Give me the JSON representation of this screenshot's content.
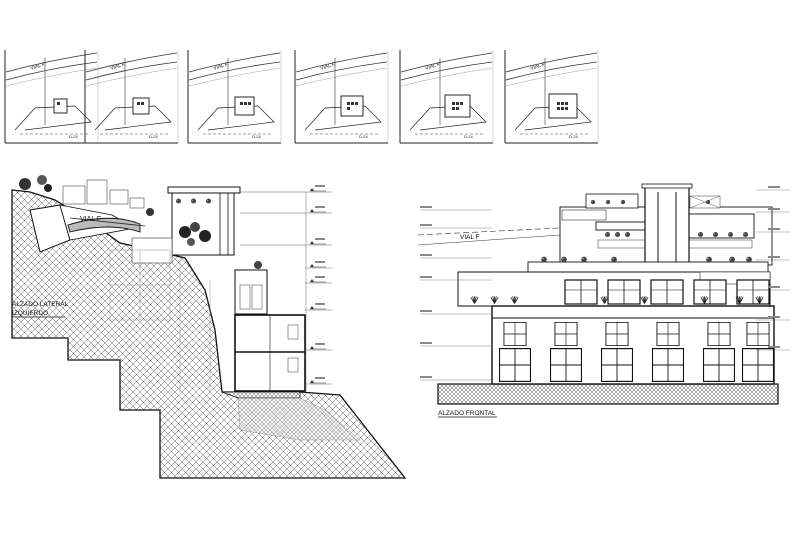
{
  "sheet": {
    "thumbnails": [
      {
        "road_label": "VIAL F",
        "section_label": "D-24"
      },
      {
        "road_label": "VIAL F",
        "section_label": "D-24"
      },
      {
        "road_label": "VIAL F",
        "section_label": "D-24"
      },
      {
        "road_label": "VIAL F",
        "section_label": "D-24"
      },
      {
        "road_label": "VIAL F",
        "section_label": "D-24"
      },
      {
        "road_label": "VIAL F",
        "section_label": "D-24"
      }
    ],
    "left_elevation": {
      "title_line1": "ALZADO LATERAL",
      "title_line2": "IZQUIERDO",
      "road_label": "VIAL F"
    },
    "front_elevation": {
      "title": "ALZADO FRONTAL",
      "road_label": "VIAL F"
    }
  }
}
